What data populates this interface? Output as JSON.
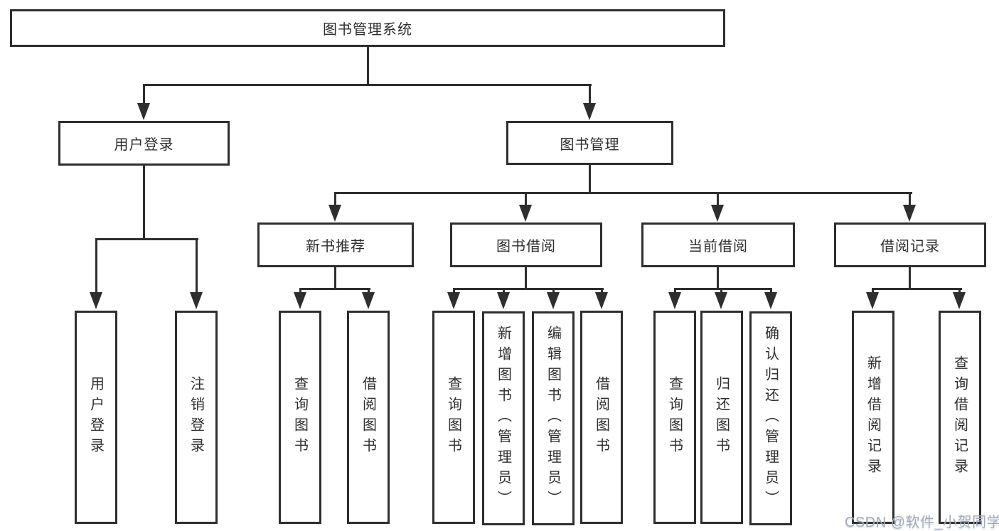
{
  "diagram": {
    "title": "图书管理系统",
    "nodes": {
      "root": "图书管理系统",
      "user_login": "用户登录",
      "book_mgmt": "图书管理",
      "new_books": "新书推荐",
      "book_borrow": "图书借阅",
      "current_borrow": "当前借阅",
      "borrow_records": "借阅记录",
      "leaf_user_login": "用户登录",
      "leaf_logout": "注销登录",
      "leaf_nb_query": "查询图书",
      "leaf_nb_borrow": "借阅图书",
      "leaf_bb_query": "查询图书",
      "leaf_bb_add": "新增图书（管理员）",
      "leaf_bb_edit": "编辑图书（管理员）",
      "leaf_bb_borrow": "借阅图书",
      "leaf_cb_query": "查询图书",
      "leaf_cb_return": "归还图书",
      "leaf_cb_confirm": "确认归还（管理员）",
      "leaf_br_add": "新增借阅记录",
      "leaf_br_query": "查询借阅记录"
    },
    "colors": {
      "line": "#2e2e2e",
      "text": "#2e2e2e",
      "background": "#ffffff",
      "watermark": "#a9aab0"
    }
  },
  "watermark": {
    "text": "CSDN @软件_小贺同学"
  }
}
